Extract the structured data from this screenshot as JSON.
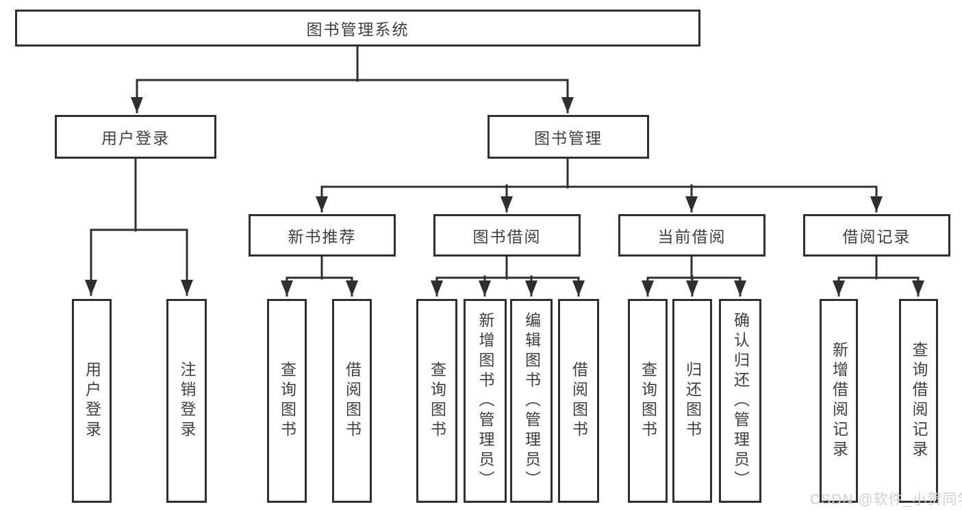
{
  "diagram": {
    "root": {
      "label": "图书管理系统",
      "children": [
        {
          "label": "用户登录",
          "children": [
            {
              "label": "用户登录"
            },
            {
              "label": "注销登录"
            }
          ]
        },
        {
          "label": "图书管理",
          "children": [
            {
              "label": "新书推荐",
              "children": [
                {
                  "label": "查询图书"
                },
                {
                  "label": "借阅图书"
                }
              ]
            },
            {
              "label": "图书借阅",
              "children": [
                {
                  "label": "查询图书"
                },
                {
                  "label": "新增图书（管理员）"
                },
                {
                  "label": "编辑图书（管理员）"
                },
                {
                  "label": "借阅图书"
                }
              ]
            },
            {
              "label": "当前借阅",
              "children": [
                {
                  "label": "查询图书"
                },
                {
                  "label": "归还图书"
                },
                {
                  "label": "确认归还（管理员）"
                }
              ]
            },
            {
              "label": "借阅记录",
              "children": [
                {
                  "label": "新增借阅记录"
                },
                {
                  "label": "查询借阅记录"
                }
              ]
            }
          ]
        }
      ]
    }
  },
  "watermark": {
    "text": "CSDN @软件_小贺同学"
  },
  "colors": {
    "line": "#2f2f2f",
    "box_border": "#2f2f2f",
    "text": "#3f3f3f",
    "watermark": "#d0d0d0",
    "background": "#ffffff"
  }
}
